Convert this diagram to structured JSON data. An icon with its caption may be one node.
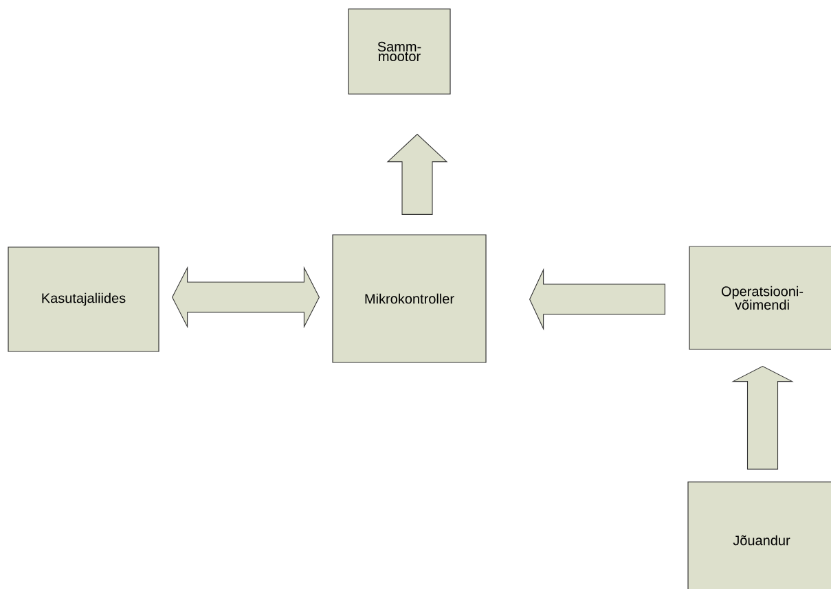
{
  "diagram": {
    "nodes": [
      {
        "text": [
          "Samm- mootor"
        ]
      },
      {
        "text": [
          "Kasutajaliides"
        ]
      },
      {
        "text": [
          "Mikrokontroller"
        ]
      },
      {
        "text": [
          "Operatsiooni- võimendi"
        ]
      },
      {
        "text": [
          "Jõuandur"
        ]
      }
    ],
    "edges": [
      {
        "from": 2,
        "to": 0,
        "arrow": "to"
      },
      {
        "from": 1,
        "to": 2,
        "arrow": "both"
      },
      {
        "from": 3,
        "to": 2,
        "arrow": "to"
      },
      {
        "from": 4,
        "to": 3,
        "arrow": "to"
      }
    ]
  }
}
